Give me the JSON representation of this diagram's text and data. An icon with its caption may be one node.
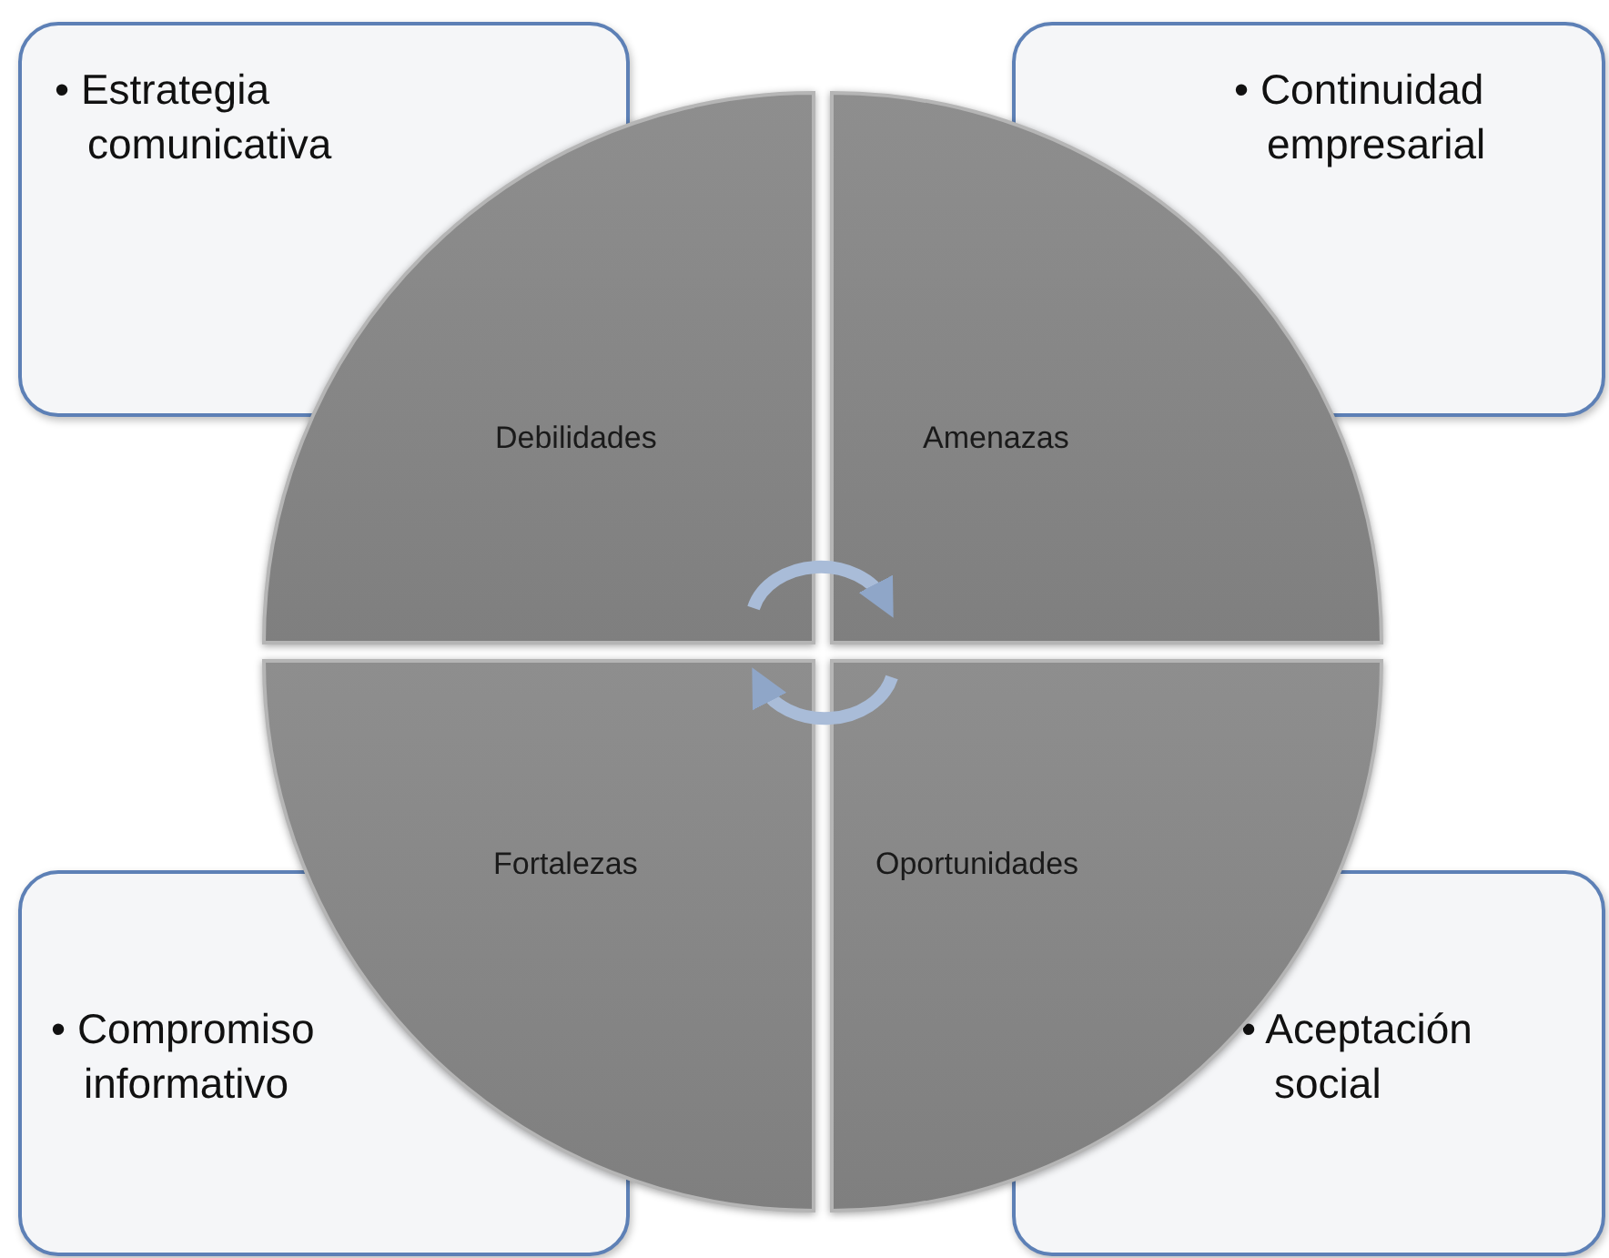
{
  "diagram": {
    "nodes": [
      {
        "text": [
          "• Estrategia comunicativa"
        ]
      },
      {
        "text": [
          "• Continuidad empresarial"
        ]
      },
      {
        "text": [
          "• Compromiso informativo"
        ]
      },
      {
        "text": [
          "• Aceptación social"
        ]
      },
      {
        "text": [
          "Debilidades"
        ]
      },
      {
        "text": [
          "Amenazas"
        ]
      },
      {
        "text": [
          "Fortalezas"
        ]
      },
      {
        "text": [
          "Oportunidades"
        ]
      }
    ],
    "edges": [
      {
        "from": 4,
        "to": 5,
        "arrow": "to"
      },
      {
        "from": 7,
        "to": 6,
        "arrow": "to"
      }
    ]
  }
}
